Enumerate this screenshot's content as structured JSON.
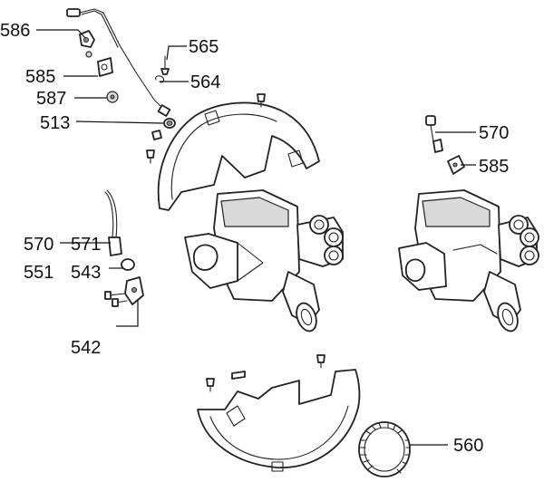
{
  "callouts": {
    "c586": "586",
    "c585a": "585",
    "c587": "587",
    "c513": "513",
    "c565": "565",
    "c564": "564",
    "c570a": "570",
    "c585b": "585",
    "c570b": "570",
    "c571": "571",
    "c551": "551",
    "c543": "543",
    "c542": "542",
    "c560": "560"
  },
  "colors": {
    "line": "#222222",
    "shade": "#d9d9d9",
    "background": "#ffffff"
  }
}
